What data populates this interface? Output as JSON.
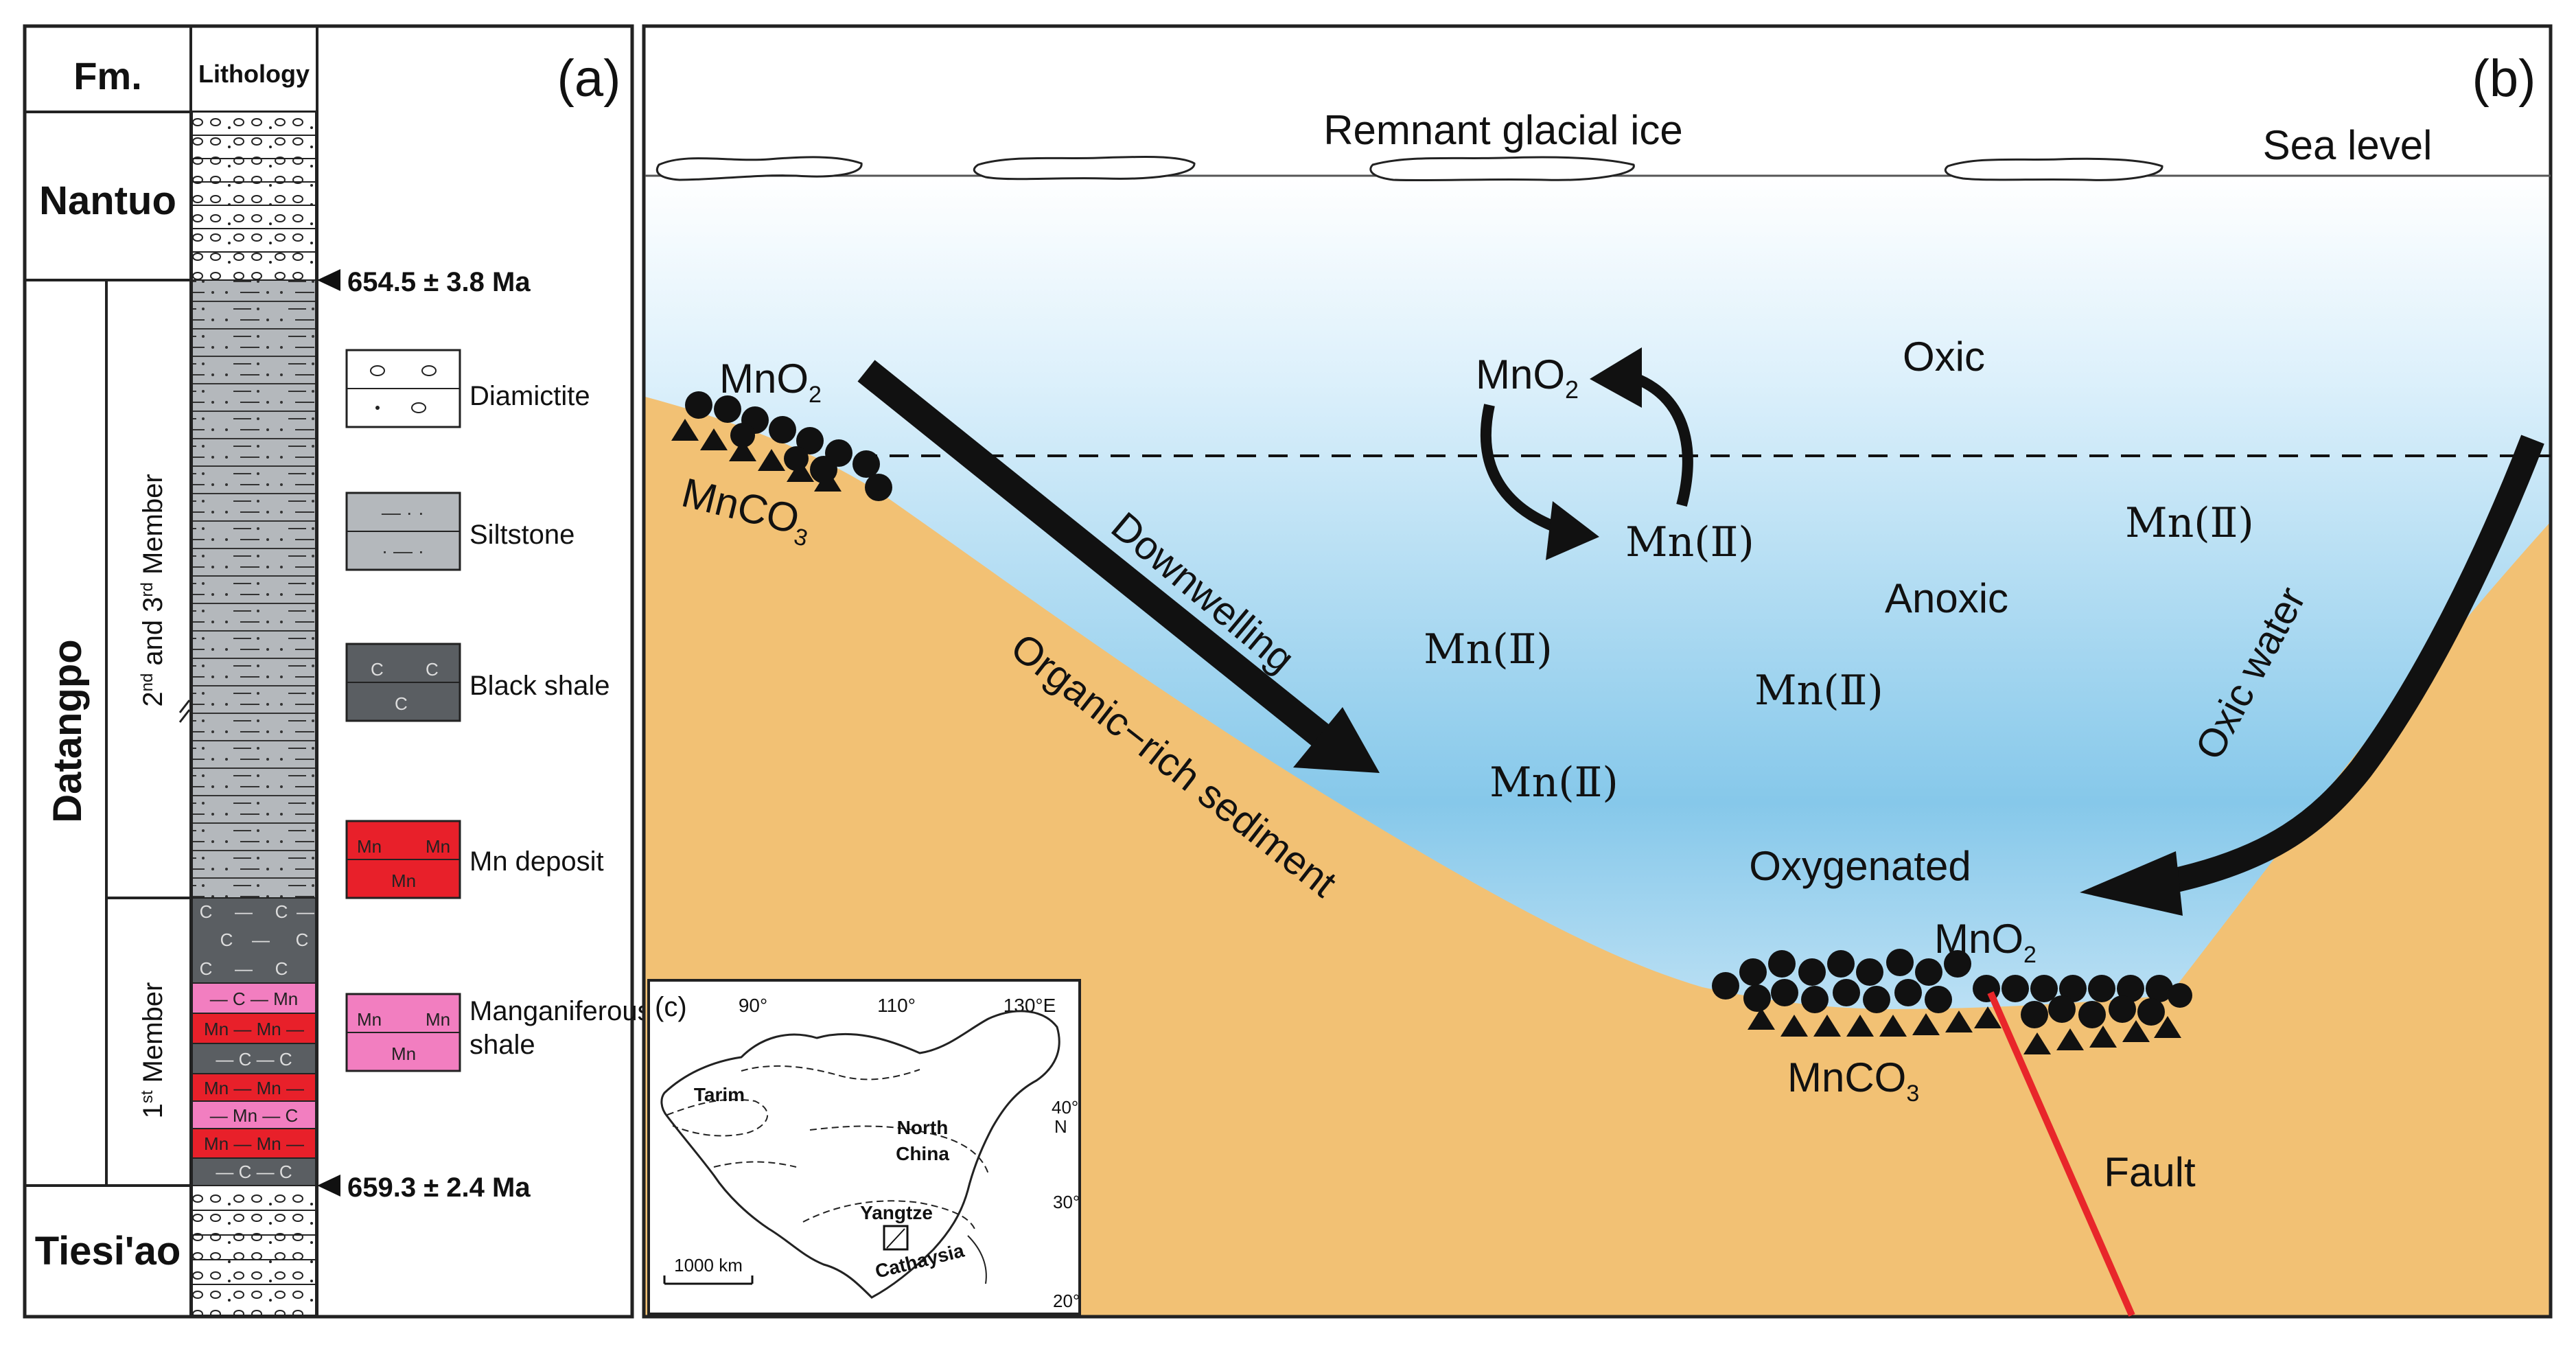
{
  "panel_a": {
    "label": "(a)",
    "header_fm": "Fm.",
    "header_lithology": "Lithology",
    "formations": {
      "nantuo": "Nantuo",
      "datangpo": "Datangpo",
      "tiesiao": "Tiesi'ao"
    },
    "members": {
      "upper_sup1": "nd",
      "upper_sup2": "rd",
      "upper_a": "2",
      "upper_b": " and 3",
      "upper_c": " Member",
      "lower_a": "1",
      "lower_sup": "st",
      "lower_b": " Member"
    },
    "ages": {
      "top": "654.5 ± 3.8 Ma",
      "bottom": "659.3 ± 2.4 Ma"
    },
    "legend": [
      {
        "label": "Diamictite",
        "color": "#ffffff"
      },
      {
        "label": "Siltstone",
        "color": "#b4b8bc"
      },
      {
        "label": "Black shale",
        "color": "#5a5e62"
      },
      {
        "label": "Mn deposit",
        "color": "#e8202a"
      },
      {
        "label_l1": "Manganiferous",
        "label_l2": "shale",
        "color": "#f27ec0"
      }
    ],
    "legend_symbols": {
      "c": "C",
      "mn": "Mn"
    }
  },
  "panel_b": {
    "label": "(b)",
    "remnant_ice": "Remnant glacial ice",
    "sea_level": "Sea level",
    "oxic": "Oxic",
    "anoxic": "Anoxic",
    "oxygenated": "Oxygenated",
    "downwelling": "Downwelling",
    "organic_sediment": "Organic−rich sediment",
    "oxic_water": "Oxic water",
    "fault": "Fault",
    "mn2": "Mn(Ⅱ)",
    "mno2_base": "MnO",
    "mnco3_base": "MnCO",
    "sub2": "2",
    "sub3": "3",
    "colors": {
      "sediment": "#f2c174",
      "water_mid": "#86c8ea",
      "fault": "#e8262a"
    }
  },
  "panel_c": {
    "label": "(c)",
    "lon": [
      "90°",
      "110°",
      "130°E"
    ],
    "lat": [
      "40°",
      "N",
      "30°",
      "20°"
    ],
    "regions": [
      "Tarim",
      "North",
      "China",
      "Yangtze",
      "Cathaysia"
    ],
    "scale": "1000 km"
  }
}
